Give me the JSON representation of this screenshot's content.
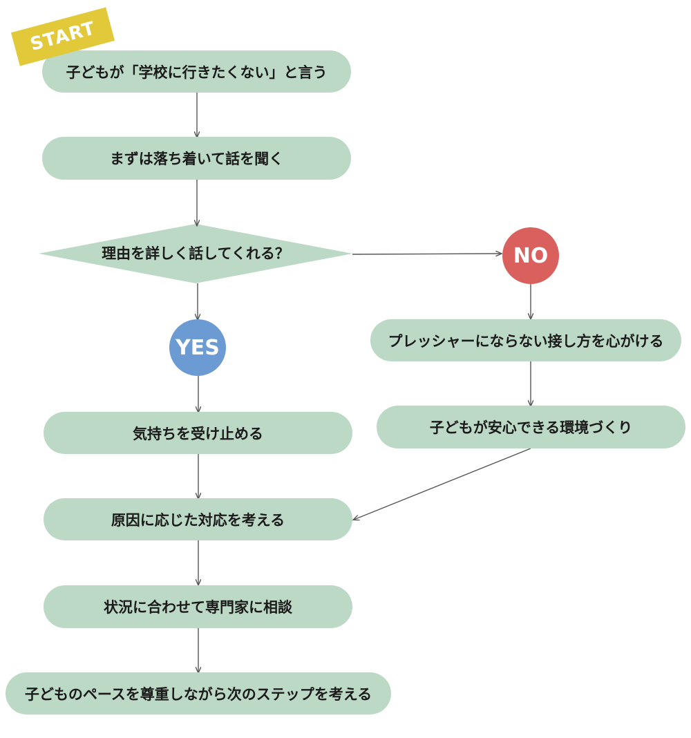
{
  "start_label": "START",
  "nodes": {
    "step1": "子どもが「学校に行きたくない」と言う",
    "step2": "まずは落ち着いて話を聞く",
    "decision": "理由を詳しく話してくれる？",
    "yes": "YES",
    "no": "NO",
    "yes_step1": "気持ちを受け止める",
    "no_step1": "プレッシャーにならない接し方を心がける",
    "no_step2": "子どもが安心できる環境づくり",
    "step3": "原因に応じた対応を考える",
    "step4": "状況に合わせて専門家に相談",
    "step5": "子どものペースを尊重しながら次のステップを考える"
  },
  "colors": {
    "node_fill": "#bcd9c5",
    "start_tag": "#e2c93a",
    "yes_badge": "#6b9bd2",
    "no_badge": "#d9605c",
    "arrow": "#555555"
  }
}
